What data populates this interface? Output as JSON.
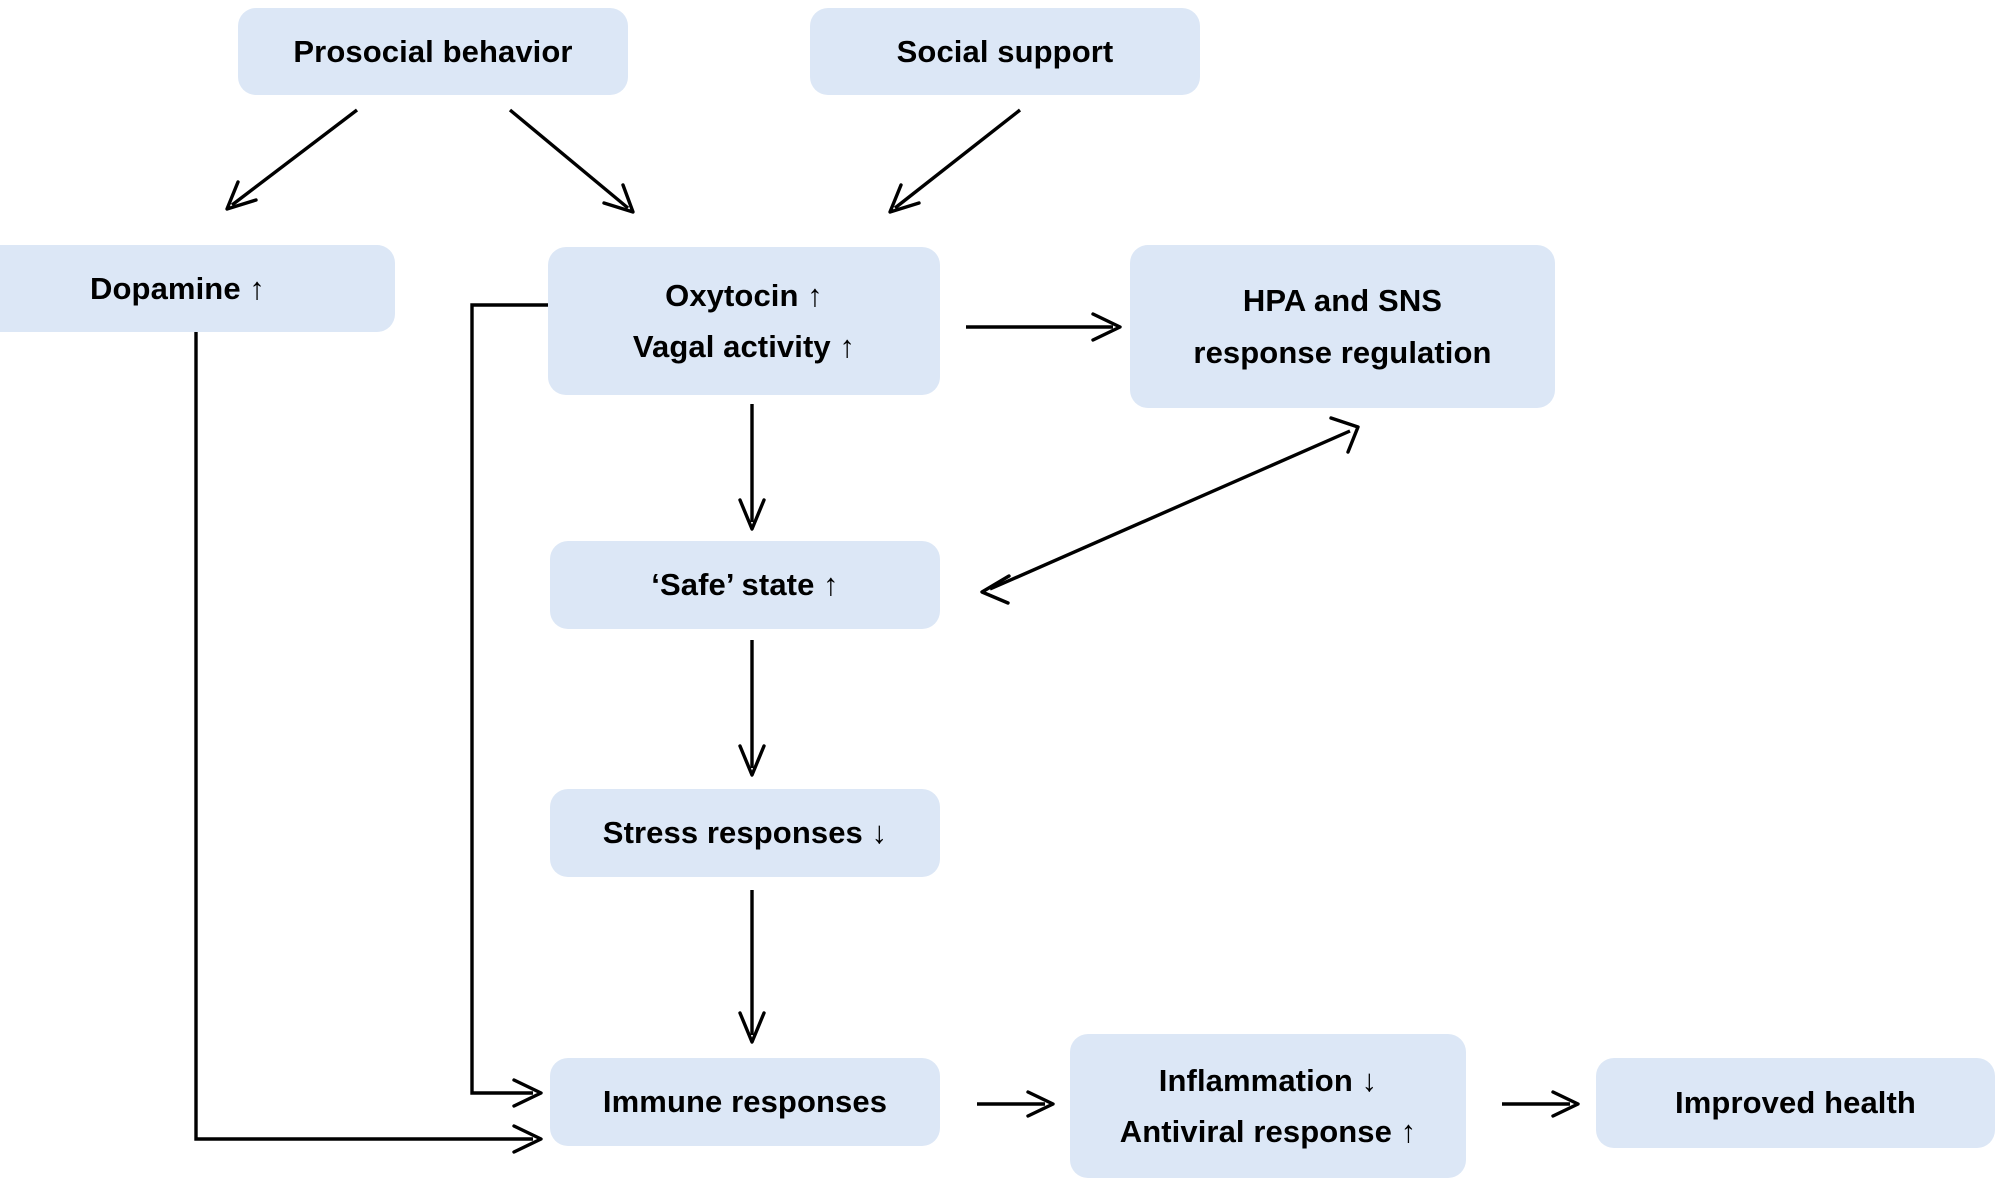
{
  "diagram": {
    "title": "Prosocial behavior and social support pathway to improved health",
    "background_color": "#ffffff",
    "node_fill_color": "#dce7f6",
    "node_text_color": "#000000",
    "edge_color": "#000000",
    "nodes": [
      {
        "id": "prosocial-behavior",
        "label": "Prosocial behavior",
        "line1": "Prosocial behavior",
        "line2": ""
      },
      {
        "id": "social-support",
        "label": "Social support",
        "line1": "Social support",
        "line2": ""
      },
      {
        "id": "dopamine",
        "label": "Dopamine ↑",
        "line1": "Dopamine ↑",
        "line2": ""
      },
      {
        "id": "oxytocin-vagal",
        "label": "Oxytocin ↑ / Vagal activity ↑",
        "line1": "Oxytocin ↑",
        "line2": "Vagal activity ↑"
      },
      {
        "id": "hpa-sns",
        "label": "HPA and SNS response regulation",
        "line1": "HPA and SNS",
        "line2": "response regulation"
      },
      {
        "id": "safe-state",
        "label": "‘Safe’ state ↑",
        "line1": "‘Safe’ state ↑",
        "line2": ""
      },
      {
        "id": "stress-responses",
        "label": "Stress responses ↓",
        "line1": "Stress responses ↓",
        "line2": ""
      },
      {
        "id": "immune-responses",
        "label": "Immune responses",
        "line1": "Immune responses",
        "line2": ""
      },
      {
        "id": "inflammation-antiviral",
        "label": "Inflammation ↓ / Antiviral response ↑",
        "line1": "Inflammation ↓",
        "line2": "Antiviral response ↑"
      },
      {
        "id": "improved-health",
        "label": "Improved health",
        "line1": "Improved health",
        "line2": ""
      }
    ],
    "edges": [
      {
        "id": "prosocial-to-dopamine",
        "from": "prosocial-behavior",
        "to": "dopamine",
        "style": "diagonal",
        "direction": "forward"
      },
      {
        "id": "prosocial-to-oxytocin",
        "from": "prosocial-behavior",
        "to": "oxytocin-vagal",
        "style": "diagonal",
        "direction": "forward"
      },
      {
        "id": "social-support-to-oxytocin",
        "from": "social-support",
        "to": "oxytocin-vagal",
        "style": "diagonal",
        "direction": "forward"
      },
      {
        "id": "oxytocin-to-hpa-sns",
        "from": "oxytocin-vagal",
        "to": "hpa-sns",
        "style": "straight-horizontal",
        "direction": "forward"
      },
      {
        "id": "oxytocin-to-safe-state",
        "from": "oxytocin-vagal",
        "to": "safe-state",
        "style": "straight-vertical",
        "direction": "forward"
      },
      {
        "id": "safe-state-to-hpa-sns",
        "from": "safe-state",
        "to": "hpa-sns",
        "style": "diagonal",
        "direction": "bidirectional"
      },
      {
        "id": "safe-state-to-stress-responses",
        "from": "safe-state",
        "to": "stress-responses",
        "style": "straight-vertical",
        "direction": "forward"
      },
      {
        "id": "stress-responses-to-immune-responses",
        "from": "stress-responses",
        "to": "immune-responses",
        "style": "straight-vertical",
        "direction": "forward"
      },
      {
        "id": "oxytocin-to-immune-responses",
        "from": "oxytocin-vagal",
        "to": "immune-responses",
        "style": "elbow",
        "direction": "forward"
      },
      {
        "id": "dopamine-to-immune-responses",
        "from": "dopamine",
        "to": "immune-responses",
        "style": "elbow",
        "direction": "forward"
      },
      {
        "id": "immune-responses-to-inflammation",
        "from": "immune-responses",
        "to": "inflammation-antiviral",
        "style": "straight-horizontal",
        "direction": "forward"
      },
      {
        "id": "inflammation-to-improved-health",
        "from": "inflammation-antiviral",
        "to": "improved-health",
        "style": "straight-horizontal",
        "direction": "forward"
      }
    ]
  }
}
